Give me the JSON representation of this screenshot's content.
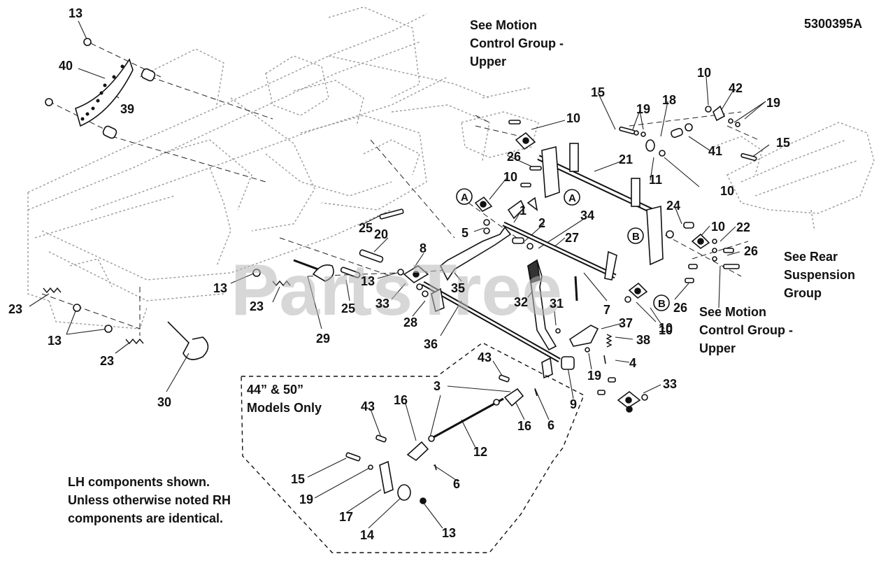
{
  "drawing_number": "5300395A",
  "watermark": "PartsTree",
  "notes": {
    "motion_top": [
      "See Motion",
      "Control Group -",
      "Upper"
    ],
    "motion_right": [
      "See Motion",
      "Control Group -",
      "Upper"
    ],
    "rear_suspension": [
      "See Rear",
      "Suspension",
      "Group"
    ],
    "models_only": [
      "44” & 50”",
      "Models Only"
    ],
    "lh_components": [
      "LH components shown.",
      "Unless otherwise noted RH",
      "components are identical."
    ]
  },
  "callout_letters": [
    "A",
    "A",
    "B",
    "B"
  ],
  "callouts": [
    "13",
    "40",
    "39",
    "23",
    "13",
    "23",
    "30",
    "13",
    "23",
    "29",
    "25",
    "20",
    "25",
    "13",
    "8",
    "33",
    "28",
    "36",
    "35",
    "32",
    "31",
    "7",
    "37",
    "10",
    "38",
    "4",
    "19",
    "9",
    "33",
    "1",
    "2",
    "34",
    "27",
    "5",
    "10",
    "26",
    "10",
    "21",
    "11",
    "15",
    "19",
    "18",
    "10",
    "42",
    "19",
    "41",
    "10",
    "15",
    "24",
    "10",
    "22",
    "26",
    "26",
    "43",
    "3",
    "16",
    "6",
    "12",
    "43",
    "16",
    "6",
    "15",
    "19",
    "17",
    "14",
    "13",
    "10"
  ]
}
